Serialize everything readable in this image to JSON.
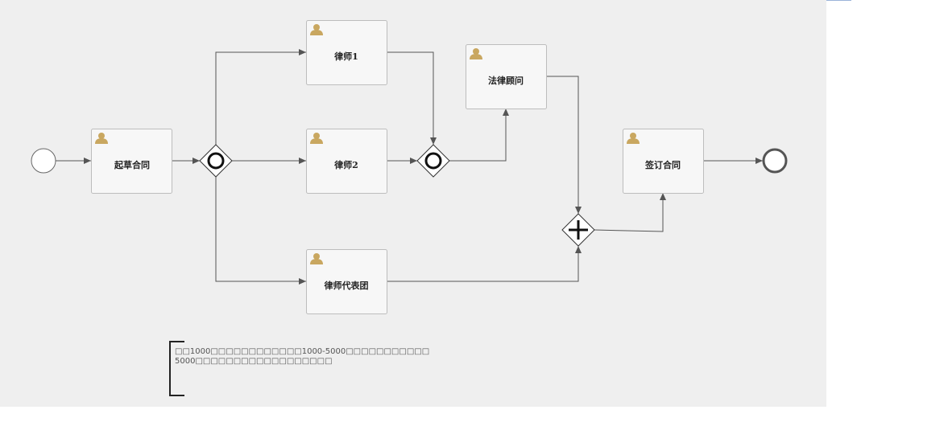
{
  "diagram": {
    "tasks": [
      {
        "id": "draft",
        "label": "起草合同"
      },
      {
        "id": "lawyer1",
        "label": "律师1"
      },
      {
        "id": "lawyer2",
        "label": "律师2"
      },
      {
        "id": "lawyer-team",
        "label": "律师代表团"
      },
      {
        "id": "legal-advisor",
        "label": "法律顾问"
      },
      {
        "id": "sign",
        "label": "签订合同"
      }
    ],
    "gateways": [
      {
        "id": "split-inclusive",
        "kind": "inclusive"
      },
      {
        "id": "join-inclusive",
        "kind": "inclusive"
      },
      {
        "id": "join-parallel",
        "kind": "parallel"
      }
    ],
    "events": [
      {
        "id": "start",
        "kind": "start"
      },
      {
        "id": "end",
        "kind": "end"
      }
    ],
    "annotation": {
      "line1": "□□1000□□□□□□□□□□□□1000-5000□□□□□□□□□□□",
      "line2": "5000□□□□□□□□□□□□□□□□□□"
    }
  },
  "colors": {
    "canvas": "#efefef",
    "task_fill": "#f7f7f7",
    "user_icon": "#c9a760"
  }
}
